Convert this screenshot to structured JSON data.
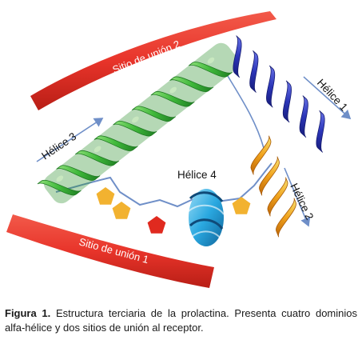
{
  "figure": {
    "labels": {
      "site2": "Sitio de unión 2",
      "site1": "Sitio de unión 1",
      "helix1": "Hélice 1",
      "helix2": "Hélice 2",
      "helix3": "Hélice 3",
      "helix4": "Hélice 4"
    },
    "colors": {
      "binding_site": "#e8342a",
      "helix1": "#2b35b8",
      "helix2": "#f0a21c",
      "helix3": "#3fb83a",
      "helix4": "#2aa8e0",
      "loop": "#6f8fc8",
      "pentagon_gold": "#f2b230",
      "pentagon_red": "#e02a1f",
      "arrow": "#6f8fc8"
    }
  },
  "caption": {
    "label": "Figura 1.",
    "text": " Estructura terciaria de la prolactina. Presenta cuatro dominios alfa-hélice y dos sitios de unión al receptor."
  }
}
